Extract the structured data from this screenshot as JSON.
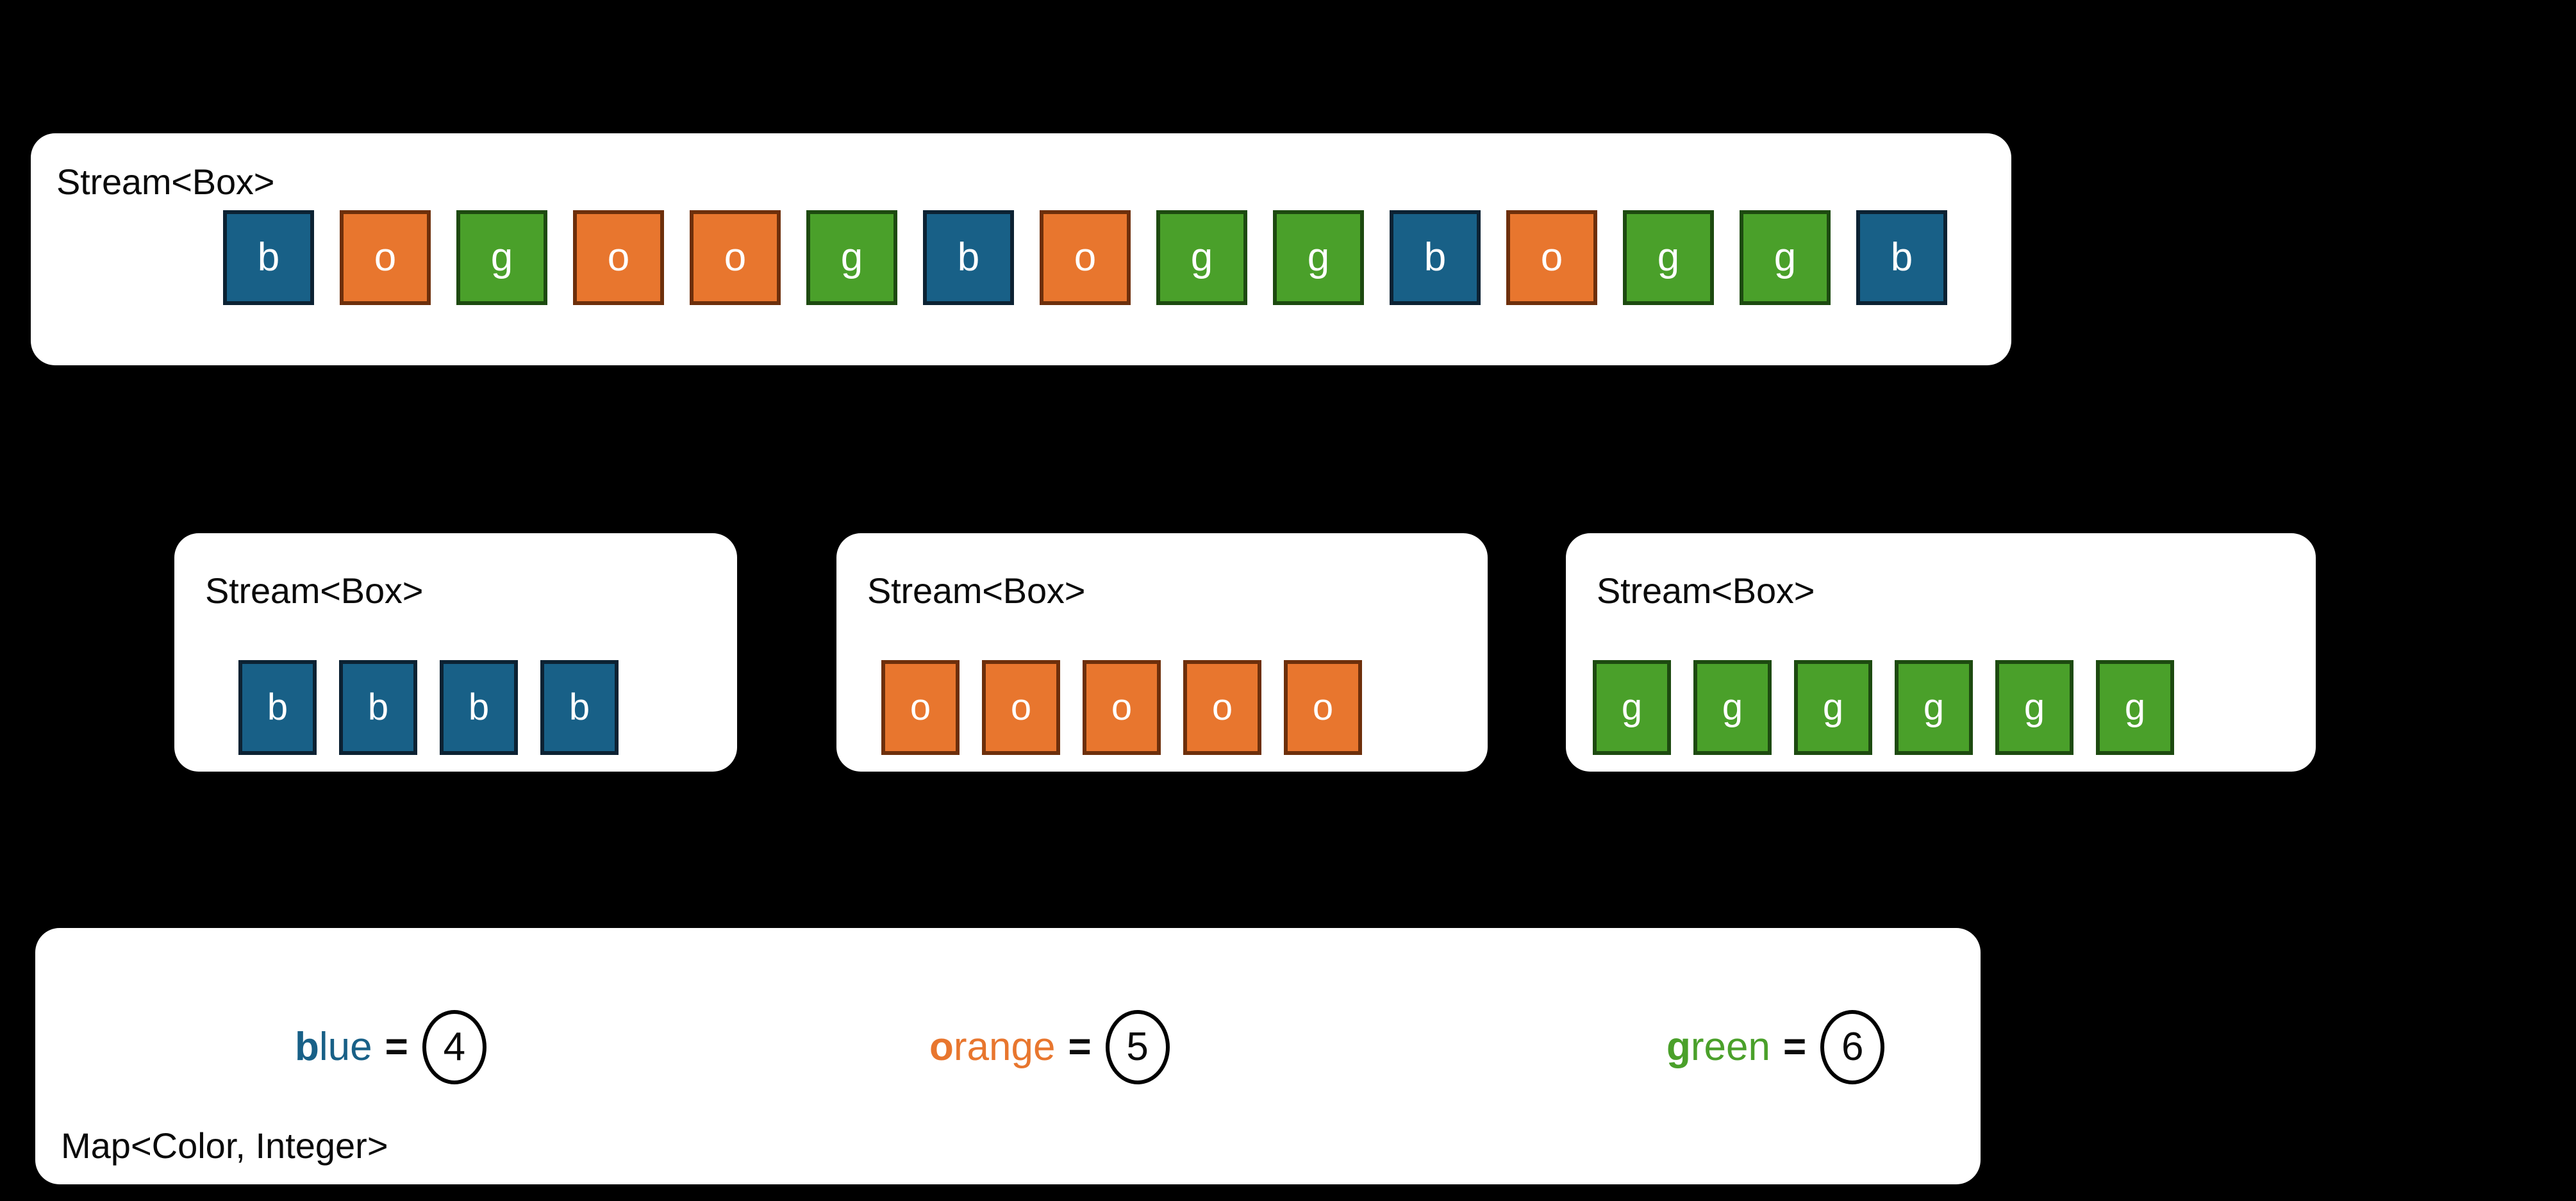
{
  "colors": {
    "background": "#000000",
    "panel": "#ffffff",
    "blue_fill": "#186087",
    "blue_border": "#0c2233",
    "orange_fill": "#e8762e",
    "orange_border": "#6d2f0b",
    "green_fill": "#4aa02a",
    "green_border": "#1d4a10",
    "text": "#0a0a0a"
  },
  "source_stream": {
    "title": "Stream<Box>",
    "boxes": [
      {
        "label": "b",
        "color": "blue"
      },
      {
        "label": "o",
        "color": "orange"
      },
      {
        "label": "g",
        "color": "green"
      },
      {
        "label": "o",
        "color": "orange"
      },
      {
        "label": "o",
        "color": "orange"
      },
      {
        "label": "g",
        "color": "green"
      },
      {
        "label": "b",
        "color": "blue"
      },
      {
        "label": "o",
        "color": "orange"
      },
      {
        "label": "g",
        "color": "green"
      },
      {
        "label": "g",
        "color": "green"
      },
      {
        "label": "b",
        "color": "blue"
      },
      {
        "label": "o",
        "color": "orange"
      },
      {
        "label": "g",
        "color": "green"
      },
      {
        "label": "g",
        "color": "green"
      },
      {
        "label": "b",
        "color": "blue"
      }
    ]
  },
  "grouped_streams": [
    {
      "title": "Stream<Box>",
      "color": "blue",
      "boxes": [
        {
          "label": "b",
          "color": "blue"
        },
        {
          "label": "b",
          "color": "blue"
        },
        {
          "label": "b",
          "color": "blue"
        },
        {
          "label": "b",
          "color": "blue"
        }
      ]
    },
    {
      "title": "Stream<Box>",
      "color": "orange",
      "boxes": [
        {
          "label": "o",
          "color": "orange"
        },
        {
          "label": "o",
          "color": "orange"
        },
        {
          "label": "o",
          "color": "orange"
        },
        {
          "label": "o",
          "color": "orange"
        },
        {
          "label": "o",
          "color": "orange"
        }
      ]
    },
    {
      "title": "Stream<Box>",
      "color": "green",
      "boxes": [
        {
          "label": "g",
          "color": "green"
        },
        {
          "label": "g",
          "color": "green"
        },
        {
          "label": "g",
          "color": "green"
        },
        {
          "label": "g",
          "color": "green"
        },
        {
          "label": "g",
          "color": "green"
        },
        {
          "label": "g",
          "color": "green"
        }
      ]
    }
  ],
  "result_map": {
    "type_label": "Map<Color, Integer>",
    "equals_sign": "=",
    "entries": [
      {
        "initial": "b",
        "rest": "lue",
        "key": "blue",
        "value": "4",
        "color": "#186087"
      },
      {
        "initial": "o",
        "rest": "range",
        "key": "orange",
        "value": "5",
        "color": "#e8762e"
      },
      {
        "initial": "g",
        "rest": "reen",
        "key": "green",
        "value": "6",
        "color": "#4aa02a"
      }
    ]
  }
}
